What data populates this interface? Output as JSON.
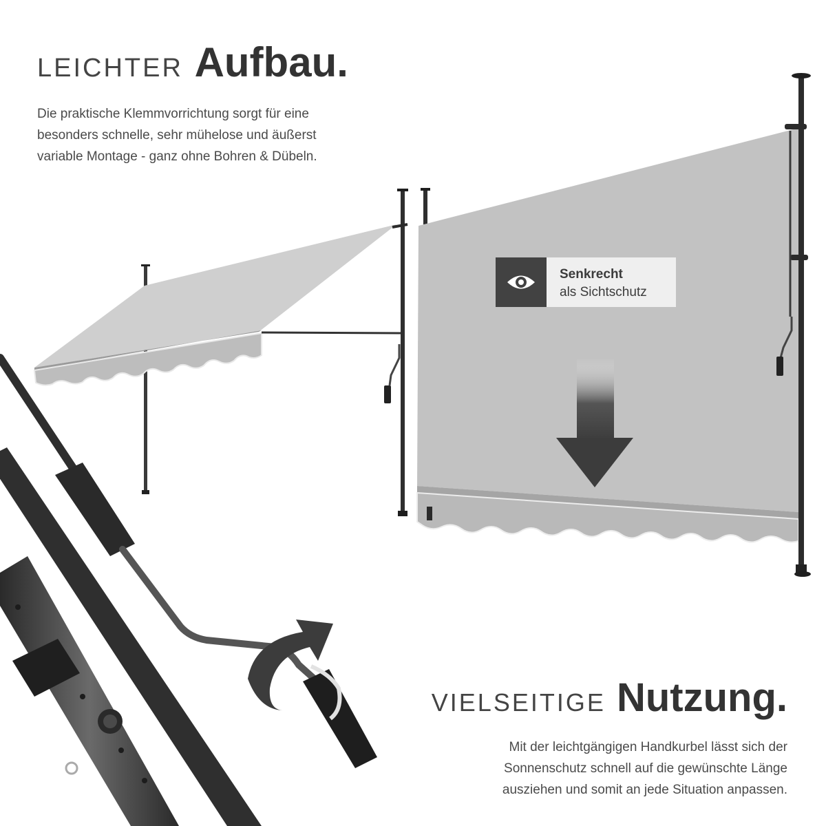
{
  "top": {
    "title_light": "LEICHTER",
    "title_bold": "Aufbau.",
    "lines": [
      "Die praktische Klemmvorrichtung sorgt für eine",
      "besonders schnelle, sehr mühelose und äußerst",
      "variable Montage - ganz ohne Bohren & Dübeln."
    ]
  },
  "badge": {
    "icon": "eye-icon",
    "title": "Senkrecht",
    "subtitle": "als Sichtschutz"
  },
  "bottom": {
    "title_light": "VIELSEITIGE",
    "title_bold": "Nutzung.",
    "lines": [
      "Mit der leichtgängigen Handkurbel lässt sich der",
      "Sonnenschutz schnell auf die gewünschte Länge",
      "ausziehen und somit an jede Situation anpassen."
    ]
  },
  "colors": {
    "fabric": "#c2c2c2",
    "pole": "#2e2e2e",
    "badge_dark": "#424242",
    "badge_light": "#efefef"
  }
}
